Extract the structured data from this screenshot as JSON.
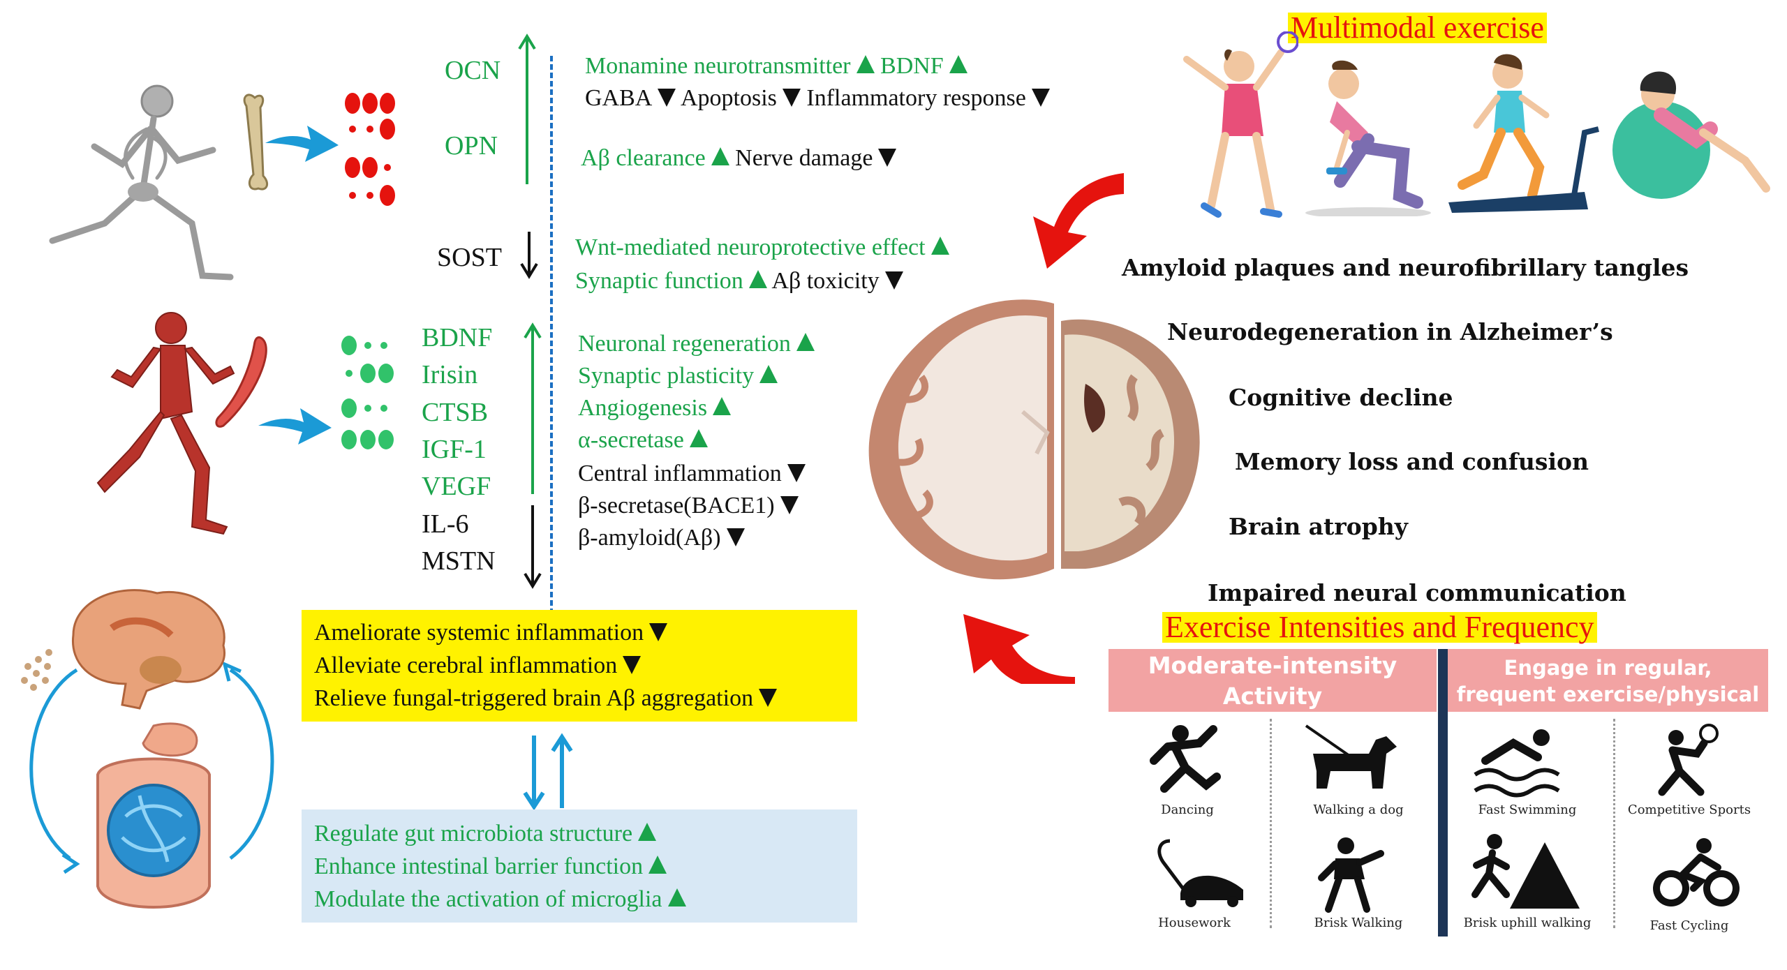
{
  "bone_factors": {
    "up": [
      "OCN",
      "OPN"
    ],
    "down": [
      "SOST"
    ]
  },
  "muscle_factors": {
    "up": [
      "BDNF",
      "Irisin",
      "CTSB",
      "IGF-1",
      "VEGF"
    ],
    "down": [
      "IL-6",
      "MSTN"
    ]
  },
  "bone_effects": {
    "line1": {
      "a": "Monamine neurotransmitter",
      "b": "BDNF"
    },
    "line2": {
      "a": "GABA",
      "b": "Apoptosis",
      "c": "Inflammatory response"
    },
    "line3": {
      "a": "Aβ clearance",
      "b": "Nerve damage"
    }
  },
  "sost_effects": {
    "line1": "Wnt-mediated neuroprotective effect",
    "line2": {
      "a": "Synaptic function",
      "b": "Aβ toxicity"
    }
  },
  "muscle_effects": {
    "up": [
      "Neuronal regeneration",
      "Synaptic plasticity",
      "Angiogenesis",
      "α-secretase"
    ],
    "down": [
      "Central inflammation",
      "β-secretase(BACE1)",
      "β-amyloid(Aβ)"
    ]
  },
  "gut_brain": {
    "yellow": [
      "Ameliorate  systemic inflammation",
      "Alleviate  cerebral inflammation",
      "Relieve  fungal-triggered  brain Aβ aggregation"
    ],
    "blue": [
      "Regulate  gut microbiota structure",
      "Enhance intestinal  barrier function",
      "Modulate the activation of microglia"
    ]
  },
  "multimodal": {
    "title": "Multimodal exercise"
  },
  "alzheimers": {
    "items": [
      "Amyloid plaques and neurofibrillary tangles",
      "Neurodegeneration in Alzheimer’s",
      "Cognitive decline",
      "Memory loss and confusion",
      "Brain atrophy",
      "Impaired neural communication"
    ]
  },
  "intensity": {
    "title": "Exercise Intensities and Frequency",
    "moderate_header": "Moderate-intensity Activity",
    "regular_header": "Engage in regular, frequent exercise/physical activity",
    "activities": [
      "Dancing",
      "Walking a dog",
      "Housework",
      "Brisk Walking",
      "Fast Swimming",
      "Competitive Sports",
      "Brisk uphill walking",
      "Fast Cycling"
    ]
  },
  "colors": {
    "green": "#1aa34a",
    "red": "#e5130e",
    "blue_arrow": "#1b9ad6",
    "yellow_box": "#fff200",
    "blue_box": "#d8e8f5",
    "pink_header": "#f2a3a3",
    "navy": "#1d3557"
  }
}
